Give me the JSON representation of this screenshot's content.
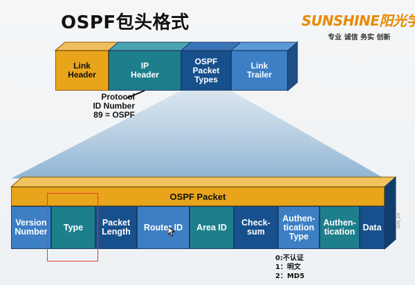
{
  "title": "OSPF包头格式",
  "logo": {
    "main": "SUNSHINE阳光学苑",
    "tagline": "专业 诚信 务实 创新"
  },
  "top_frame": [
    {
      "id": "link-header",
      "label": "Link\nHeader",
      "color": "#e8a51c"
    },
    {
      "id": "ip-header",
      "label": "IP\nHeader",
      "color": "#1e7f8c"
    },
    {
      "id": "ospf-packet-types",
      "label": "OSPF\nPacket\nTypes",
      "color": "#17508c"
    },
    {
      "id": "link-trailer",
      "label": "Link\nTrailer",
      "color": "#3d7fc4"
    }
  ],
  "protocol_annotation": "Protocol\nID Number\n89 = OSPF",
  "packet_band": "OSPF Packet",
  "packet_fields": [
    {
      "id": "version-number",
      "label": "Version\nNumber",
      "color": "#3d7fc4"
    },
    {
      "id": "type",
      "label": "Type",
      "color": "#1e7f8c"
    },
    {
      "id": "packet-length",
      "label": "Packet\nLength",
      "color": "#17508c"
    },
    {
      "id": "router-id",
      "label": "Router ID",
      "color": "#3d7fc4"
    },
    {
      "id": "area-id",
      "label": "Area ID",
      "color": "#1e7f8c"
    },
    {
      "id": "checksum",
      "label": "Check-\nsum",
      "color": "#17508c"
    },
    {
      "id": "authentication-type",
      "label": "Authen-\ntication\nType",
      "color": "#3d7fc4"
    },
    {
      "id": "authentication",
      "label": "Authen-\ntication",
      "color": "#1e7f8c"
    },
    {
      "id": "data",
      "label": "Data",
      "color": "#17508c"
    }
  ],
  "auth_notes": [
    "0:不认证",
    "1：明文",
    "2：MD5"
  ],
  "side_code": "2145_172"
}
